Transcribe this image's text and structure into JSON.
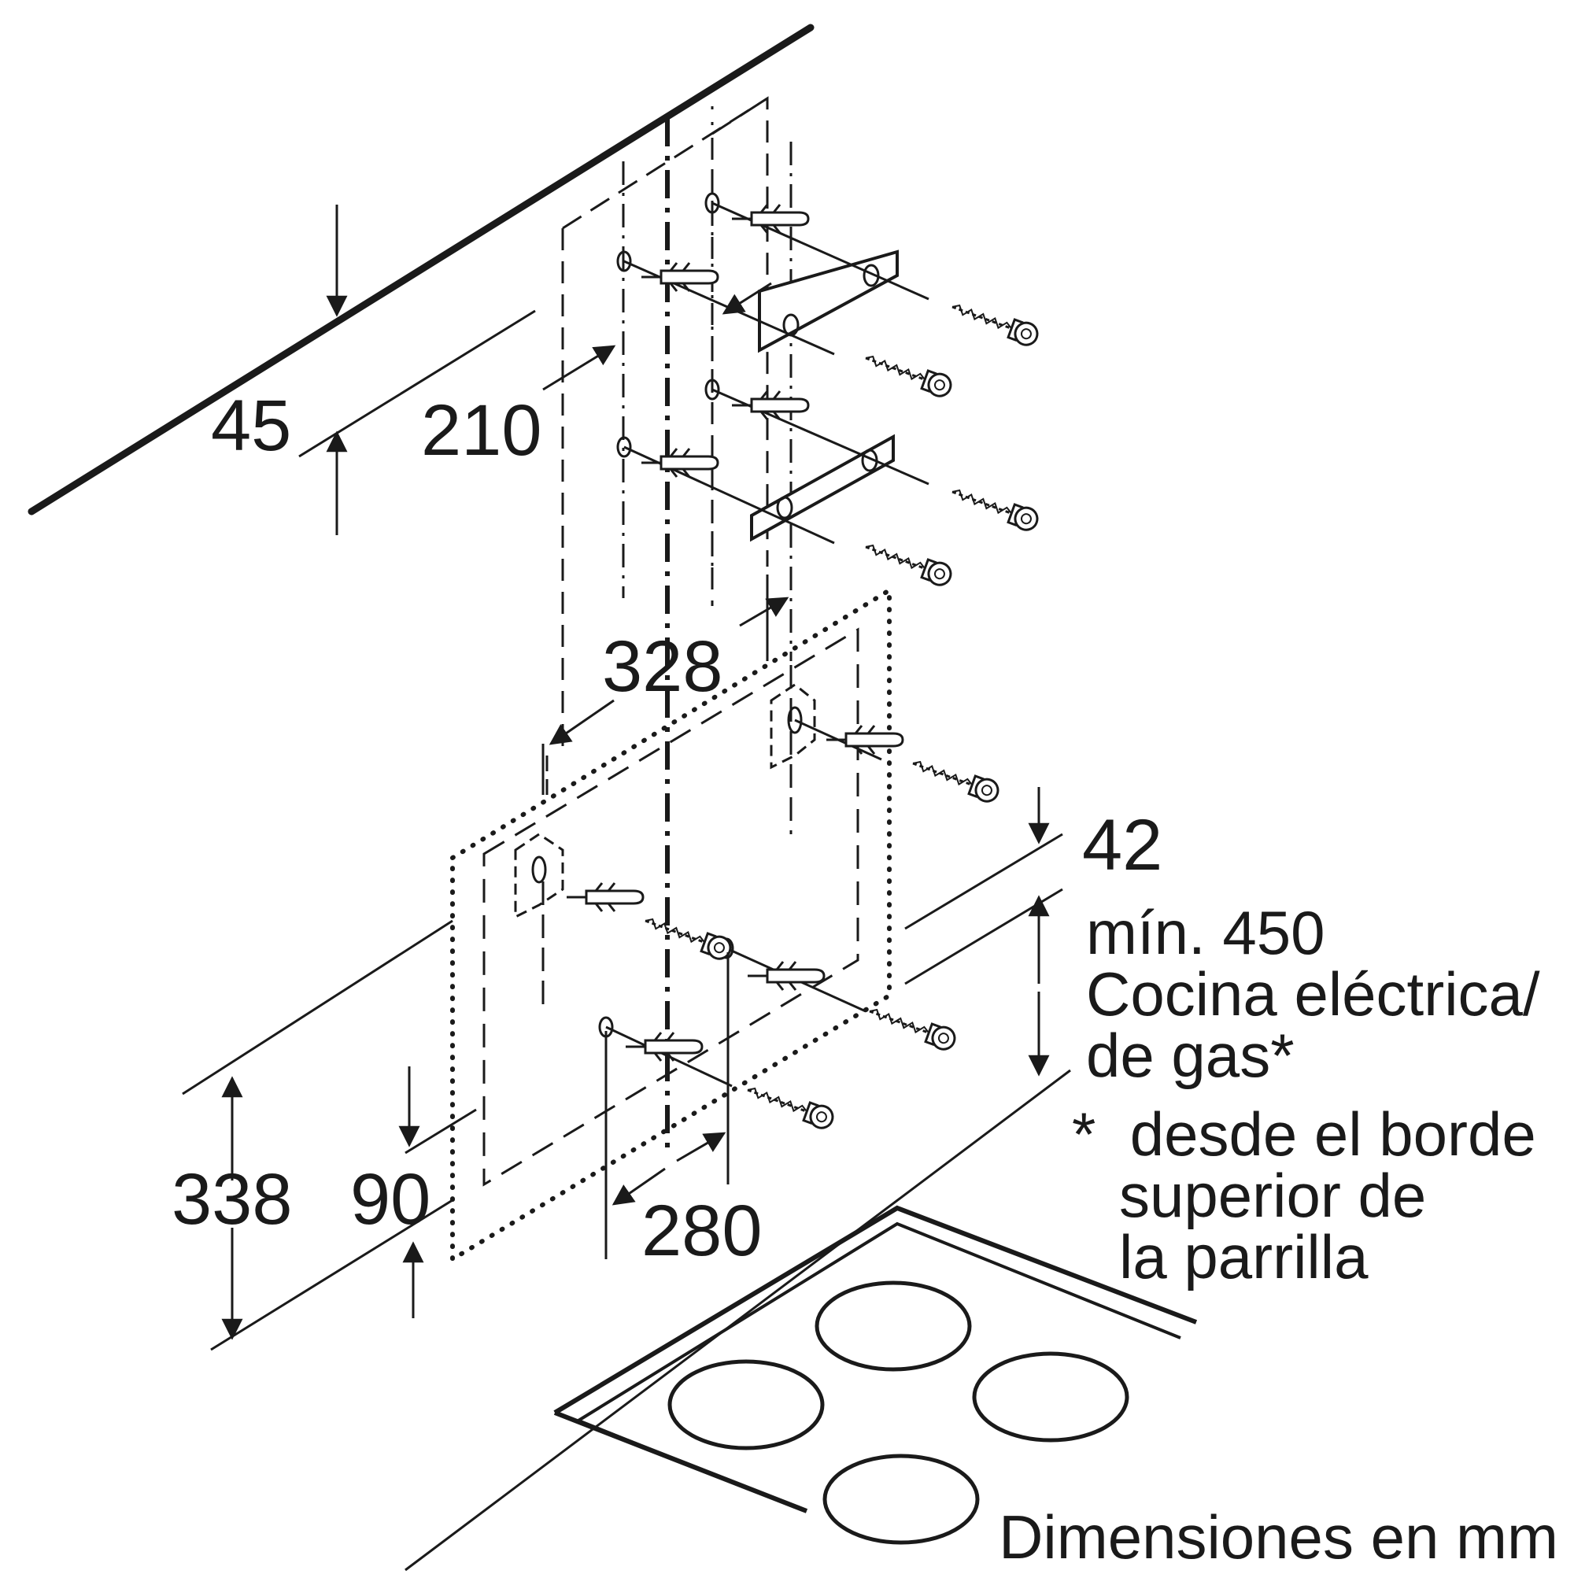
{
  "dimensions": {
    "top_offset": "45",
    "upper_bracket_spacing": "210",
    "lower_width": "328",
    "lower_gap": "42",
    "lower_height": "338",
    "lower_bottom_offset": "90",
    "lower_hole_spacing": "280"
  },
  "clearance_note": {
    "line1": "mín. 450",
    "line2": "Cocina eléctrica/",
    "line3": "de gas*"
  },
  "footnote": {
    "line1": "*  desde el borde",
    "line2": "superior de",
    "line3": "la parrilla"
  },
  "units_label": "Dimensiones en mm"
}
